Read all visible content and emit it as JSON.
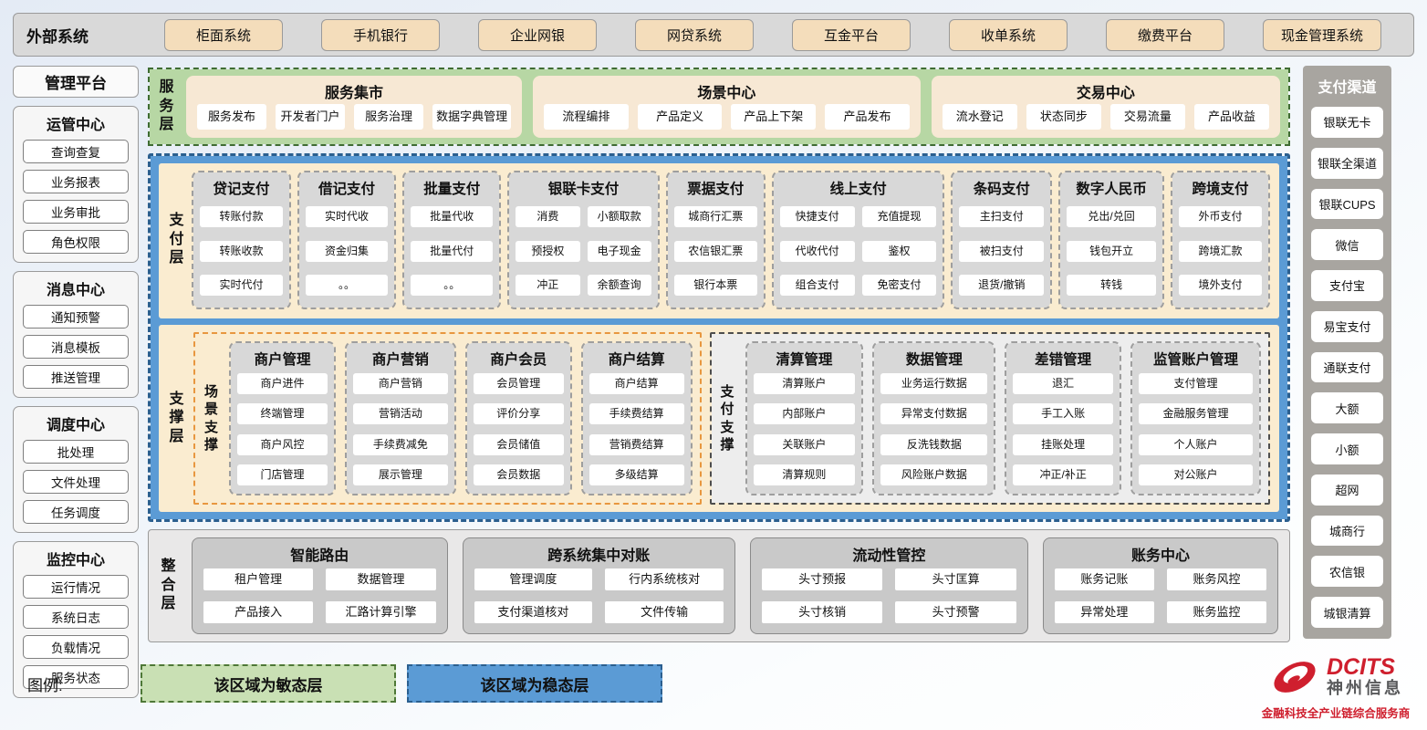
{
  "colors": {
    "tan": "#f4ddbb",
    "green_fill": "#b7d7a4",
    "green_border": "#3f6c33",
    "blue_fill": "#5b9bd5",
    "blue_border": "#2b5f8f",
    "cream": "#faecd0",
    "group_gray": "#d8d8d8",
    "orange_dash": "#e8973f",
    "integration_gray": "#c9c9c9",
    "brand_red": "#cf1f2e"
  },
  "external": {
    "label": "外部系统",
    "items": [
      "柜面系统",
      "手机银行",
      "企业网银",
      "网贷系统",
      "互金平台",
      "收单系统",
      "缴费平台",
      "现金管理系统"
    ]
  },
  "management": {
    "title": "管理平台",
    "groups": [
      {
        "title": "运管中心",
        "items": [
          "查询查复",
          "业务报表",
          "业务审批",
          "角色权限"
        ]
      },
      {
        "title": "消息中心",
        "items": [
          "通知预警",
          "消息模板",
          "推送管理"
        ]
      },
      {
        "title": "调度中心",
        "items": [
          "批处理",
          "文件处理",
          "任务调度"
        ]
      },
      {
        "title": "监控中心",
        "items": [
          "运行情况",
          "系统日志",
          "负载情况",
          "服务状态"
        ]
      }
    ]
  },
  "service_layer": {
    "label": "服务层",
    "groups": [
      {
        "title": "服务集市",
        "items": [
          "服务发布",
          "开发者门户",
          "服务治理",
          "数据字典管理"
        ]
      },
      {
        "title": "场景中心",
        "items": [
          "流程编排",
          "产品定义",
          "产品上下架",
          "产品发布"
        ]
      },
      {
        "title": "交易中心",
        "items": [
          "流水登记",
          "状态同步",
          "交易流量",
          "产品收益"
        ]
      }
    ]
  },
  "payment_layer": {
    "label": "支付层",
    "groups": [
      {
        "title": "贷记支付",
        "items": [
          "转账付款",
          "转账收款",
          "实时代付"
        ]
      },
      {
        "title": "借记支付",
        "items": [
          "实时代收",
          "资金归集",
          "。。"
        ]
      },
      {
        "title": "批量支付",
        "items": [
          "批量代收",
          "批量代付",
          "。。"
        ]
      },
      {
        "title": "银联卡支付",
        "items": [
          "消费",
          "小额取款",
          "预授权",
          "电子现金",
          "冲正",
          "余额查询"
        ]
      },
      {
        "title": "票据支付",
        "items": [
          "城商行汇票",
          "农信银汇票",
          "银行本票"
        ]
      },
      {
        "title": "线上支付",
        "items": [
          "快捷支付",
          "充值提现",
          "代收代付",
          "鉴权",
          "组合支付",
          "免密支付"
        ]
      },
      {
        "title": "条码支付",
        "items": [
          "主扫支付",
          "被扫支付",
          "退货/撤销"
        ]
      },
      {
        "title": "数字人民币",
        "items": [
          "兑出/兑回",
          "钱包开立",
          "转钱"
        ]
      },
      {
        "title": "跨境支付",
        "items": [
          "外币支付",
          "跨境汇款",
          "境外支付"
        ]
      }
    ]
  },
  "support_layer": {
    "label": "支撑层",
    "scene": {
      "label": "场景支撑",
      "groups": [
        {
          "title": "商户管理",
          "items": [
            "商户进件",
            "终端管理",
            "商户风控",
            "门店管理"
          ]
        },
        {
          "title": "商户营销",
          "items": [
            "商户营销",
            "营销活动",
            "手续费减免",
            "展示管理"
          ]
        },
        {
          "title": "商户会员",
          "items": [
            "会员管理",
            "评价分享",
            "会员储值",
            "会员数据"
          ]
        },
        {
          "title": "商户结算",
          "items": [
            "商户结算",
            "手续费结算",
            "营销费结算",
            "多级结算"
          ]
        }
      ]
    },
    "pay": {
      "label": "支付支撑",
      "groups": [
        {
          "title": "清算管理",
          "items": [
            "清算账户",
            "内部账户",
            "关联账户",
            "清算规则"
          ]
        },
        {
          "title": "数据管理",
          "items": [
            "业务运行数据",
            "异常支付数据",
            "反洗钱数据",
            "风险账户数据"
          ]
        },
        {
          "title": "差错管理",
          "items": [
            "退汇",
            "手工入账",
            "挂账处理",
            "冲正/补正"
          ]
        },
        {
          "title": "监管账户管理",
          "items": [
            "支付管理",
            "金融服务管理",
            "个人账户",
            "对公账户"
          ]
        }
      ]
    }
  },
  "integration_layer": {
    "label": "整合层",
    "groups": [
      {
        "title": "智能路由",
        "items": [
          "租户管理",
          "数据管理",
          "产品接入",
          "汇路计算引擎"
        ]
      },
      {
        "title": "跨系统集中对账",
        "items": [
          "管理调度",
          "行内系统核对",
          "支付渠道核对",
          "文件传输"
        ]
      },
      {
        "title": "流动性管控",
        "items": [
          "头寸预报",
          "头寸匡算",
          "头寸核销",
          "头寸预警"
        ]
      },
      {
        "title": "账务中心",
        "items": [
          "账务记账",
          "账务风控",
          "异常处理",
          "账务监控"
        ]
      }
    ]
  },
  "channels": {
    "title": "支付渠道",
    "items": [
      "银联无卡",
      "银联全渠道",
      "银联CUPS",
      "微信",
      "支付宝",
      "易宝支付",
      "通联支付",
      "大额",
      "小额",
      "超网",
      "城商行",
      "农信银",
      "城银清算"
    ]
  },
  "legend": {
    "label": "图例:",
    "agile": "该区域为敏态层",
    "stable": "该区域为稳态层"
  },
  "logo": {
    "brand": "DCITS",
    "name": "神州信息",
    "tagline": "金融科技全产业链综合服务商"
  }
}
